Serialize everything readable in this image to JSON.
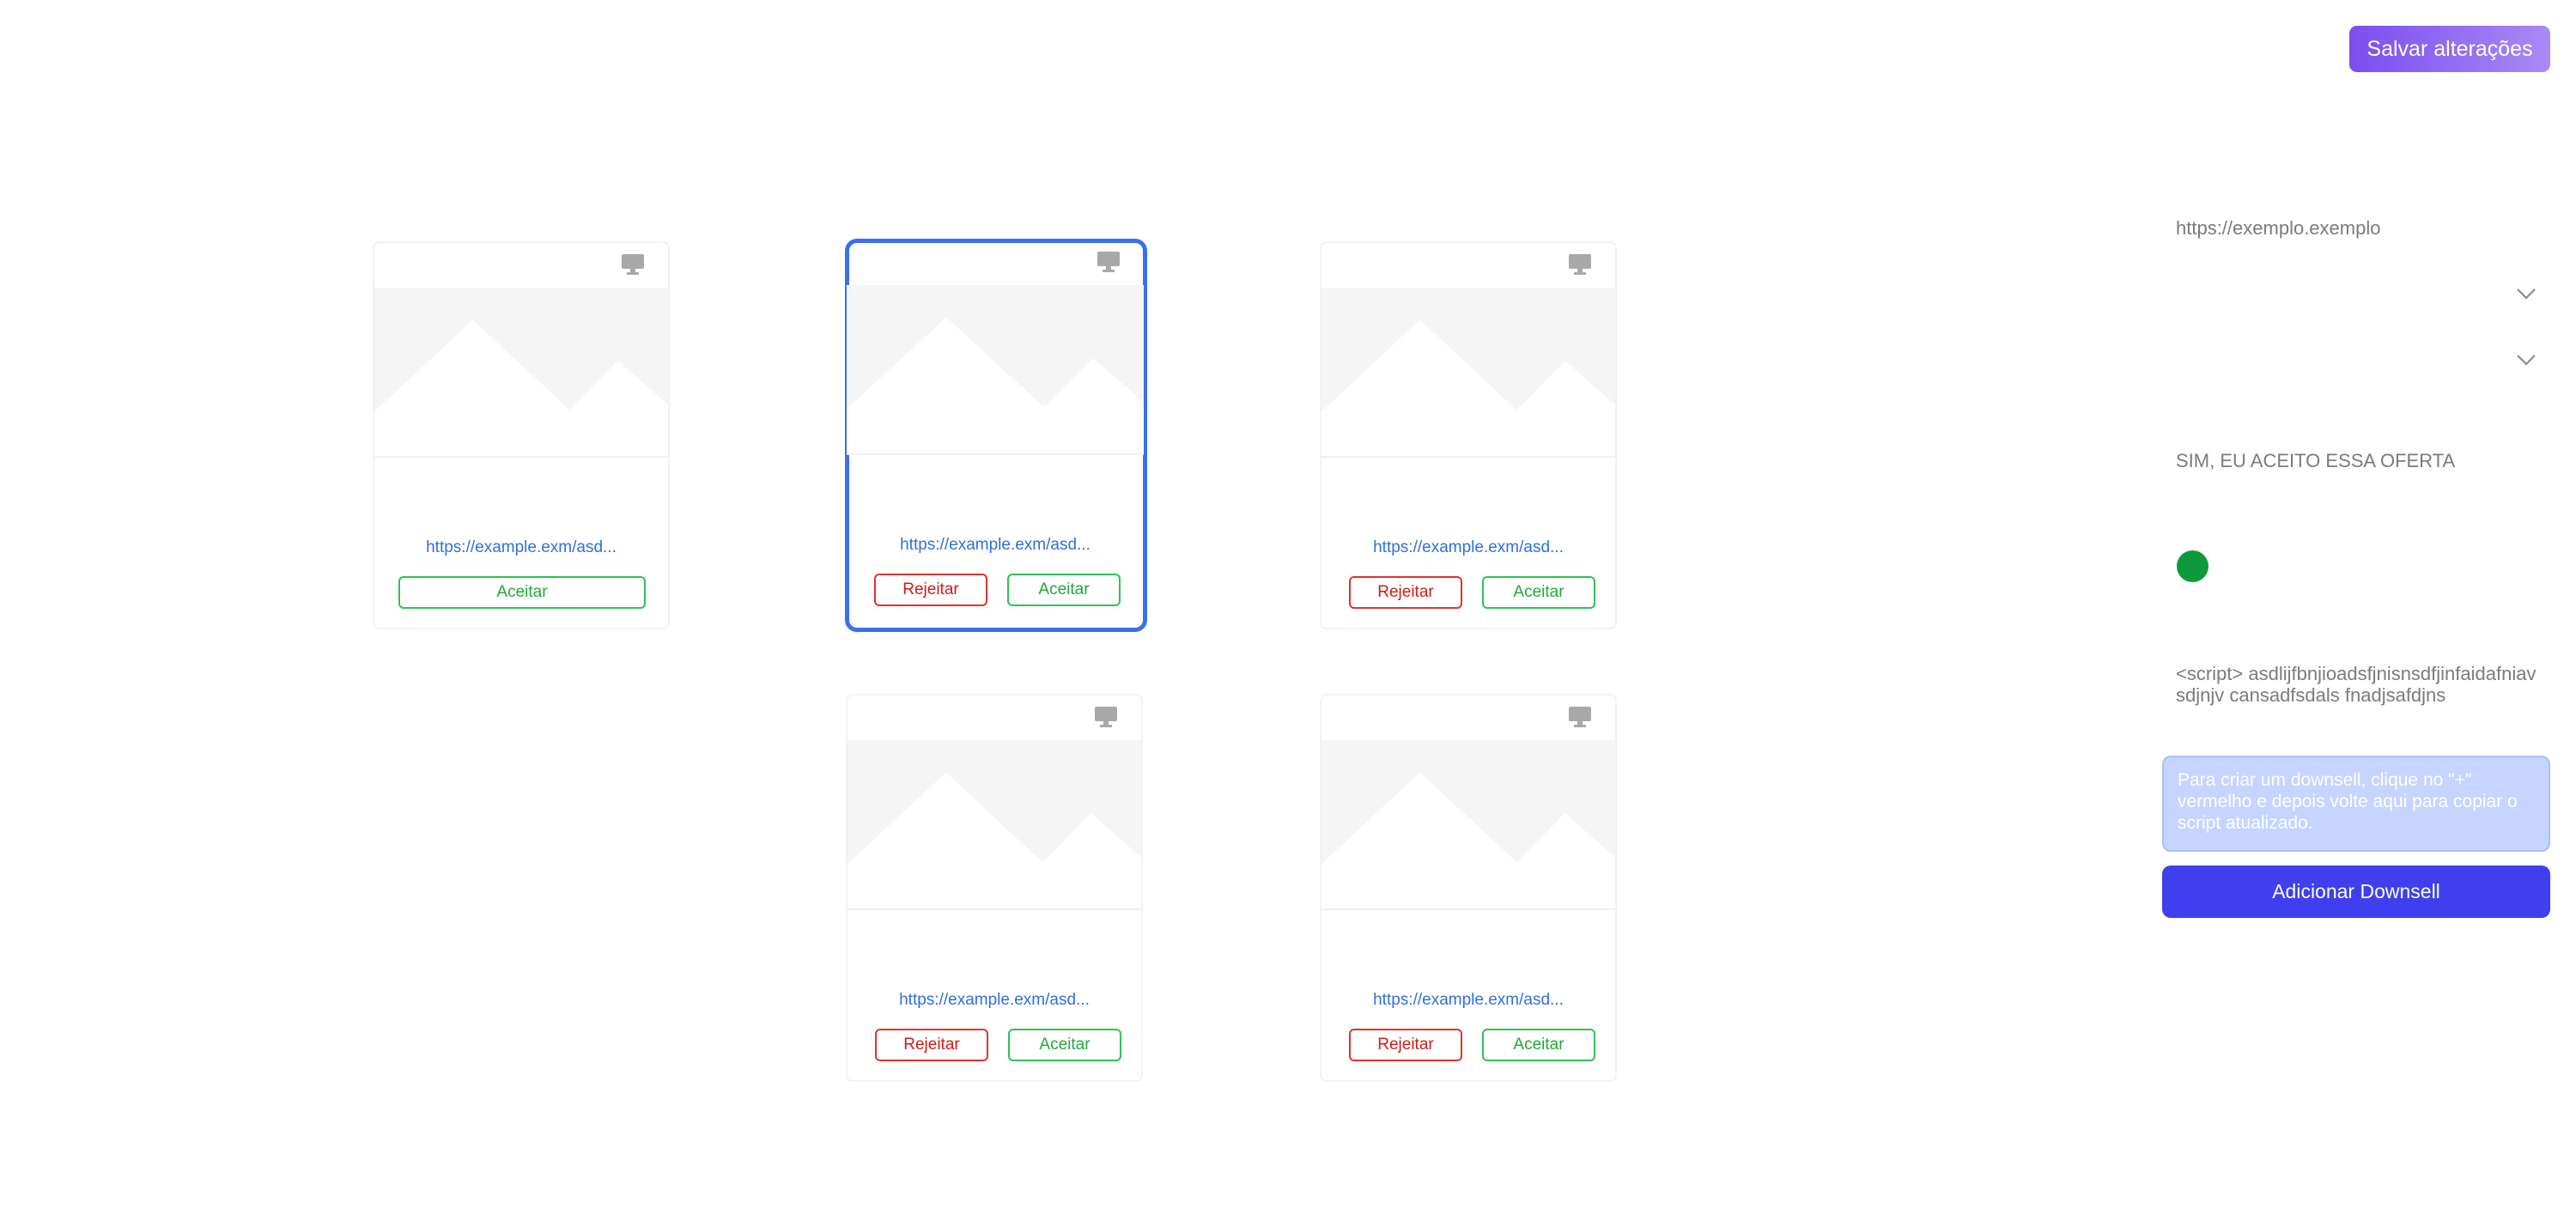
{
  "toolbar": {
    "save_label": "Salvar alterações"
  },
  "cards": [
    {
      "url": "https://example.exm/asd...",
      "accept_label": "Aceitar"
    },
    {
      "url": "https://example.exm/asd...",
      "reject_label": "Rejeitar",
      "accept_label": "Aceitar",
      "selected": true
    },
    {
      "url": "https://example.exm/asd...",
      "reject_label": "Rejeitar",
      "accept_label": "Aceitar"
    },
    {
      "url": "https://example.exm/asd...",
      "reject_label": "Rejeitar",
      "accept_label": "Aceitar"
    },
    {
      "url": "https://example.exm/asd...",
      "reject_label": "Rejeitar",
      "accept_label": "Aceitar"
    }
  ],
  "panel": {
    "url_value": "https://exemplo.exemplo",
    "button_text_value": "SIM, EU ACEITO ESSA OFERTA",
    "button_color": "#0e9a3a",
    "script_text": "<script> asdlijfbnjioadsfjnisnsdfjinfaidafniavsdjnjv cansadfsdals fnadjsafdjns",
    "info_text": "Para criar um downsell, clique no \"+\" vermelho e depois volte aqui para copiar o script atualizado.",
    "add_downsell_label": "Adicionar Downsell"
  },
  "colors": {
    "save_gradient_start": "#7b4df0",
    "save_gradient_end": "#a98bf4",
    "add_button": "#3f3ff0",
    "selected_border": "#3a6ff0",
    "accept": "#2ec254",
    "reject": "#e0332f",
    "link": "#2f6fe0"
  }
}
